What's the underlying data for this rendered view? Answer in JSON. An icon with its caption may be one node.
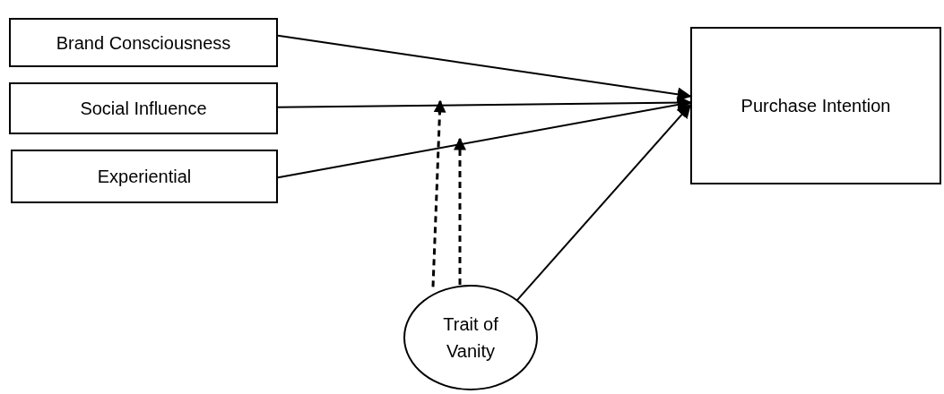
{
  "diagram": {
    "nodes": [
      {
        "text": [
          "Brand Consciousness"
        ]
      },
      {
        "text": [
          "Social Influence"
        ]
      },
      {
        "text": [
          "Experiential"
        ]
      },
      {
        "text": [
          "Purchase Intention"
        ]
      },
      {
        "text": [
          "Trait of Vanity"
        ]
      }
    ],
    "edges": [
      {
        "from": 0,
        "to": 3,
        "arrow": "to"
      },
      {
        "from": 1,
        "to": 3,
        "arrow": "to"
      },
      {
        "from": 2,
        "to": 3,
        "arrow": "to"
      },
      {
        "from": 4,
        "to": 3,
        "arrow": "to"
      },
      {
        "from": 4,
        "to": null,
        "arrow": "to",
        "style": "dashed"
      },
      {
        "from": 4,
        "to": null,
        "arrow": "to",
        "style": "dashed"
      }
    ]
  }
}
